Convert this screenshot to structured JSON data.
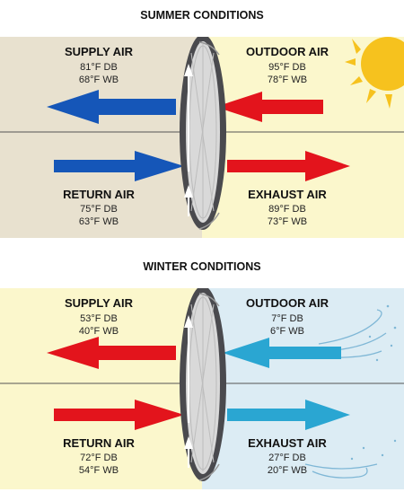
{
  "summer": {
    "title": "SUMMER CONDITIONS",
    "supply": {
      "label": "SUPPLY AIR",
      "db": "81°F DB",
      "wb": "68°F WB"
    },
    "outdoor": {
      "label": "OUTDOOR AIR",
      "db": "95°F DB",
      "wb": "78°F WB"
    },
    "return": {
      "label": "RETURN AIR",
      "db": "75°F DB",
      "wb": "63°F WB"
    },
    "exhaust": {
      "label": "EXHAUST AIR",
      "db": "89°F DB",
      "wb": "73°F WB"
    }
  },
  "winter": {
    "title": "WINTER CONDITIONS",
    "supply": {
      "label": "SUPPLY AIR",
      "db": "53°F DB",
      "wb": "40°F WB"
    },
    "outdoor": {
      "label": "OUTDOOR AIR",
      "db": "7°F DB",
      "wb": "6°F WB"
    },
    "return": {
      "label": "RETURN AIR",
      "db": "72°F DB",
      "wb": "54°F WB"
    },
    "exhaust": {
      "label": "EXHAUST AIR",
      "db": "27°F DB",
      "wb": "20°F WB"
    }
  },
  "colors": {
    "summer_left_bg": "#e8e1cf",
    "summer_right_bg": "#fbf7cc",
    "winter_left_bg": "#fbf7cc",
    "winter_right_bg": "#dcecf4",
    "blue_arrow": "#1556b8",
    "red_arrow": "#e3141c",
    "teal_arrow": "#2aa6d2",
    "sun": "#f6c21e",
    "wheel": "#555559"
  },
  "icons": {
    "sun": "sun-icon",
    "wind": "wind-icon",
    "wheel": "energy-recovery-wheel-icon"
  }
}
